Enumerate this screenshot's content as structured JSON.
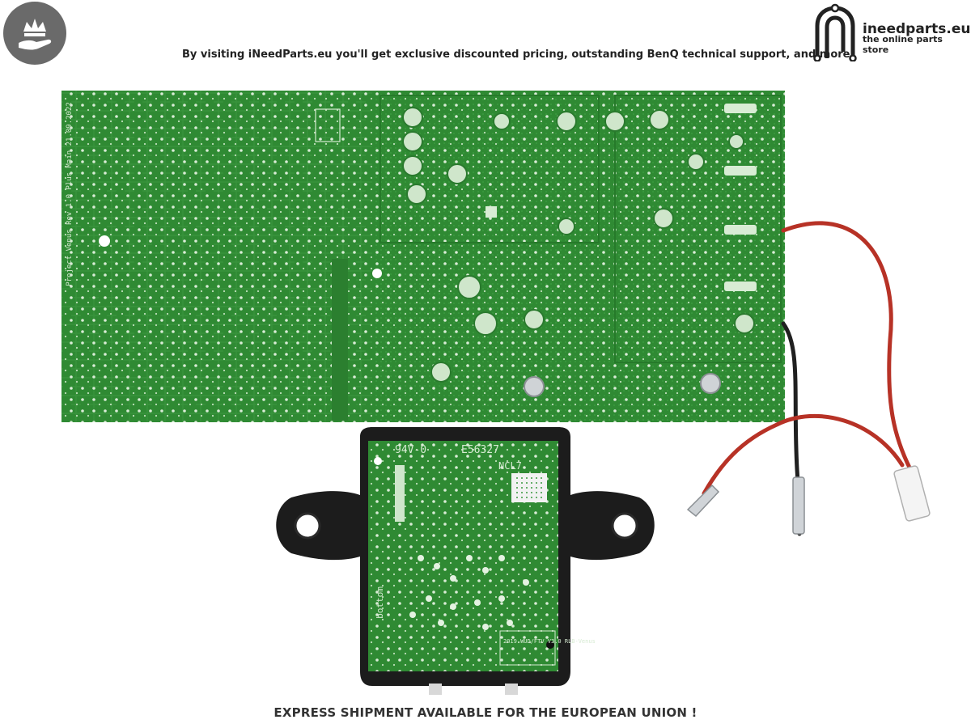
{
  "header": {
    "tagline": "By visiting iNeedParts.eu you'll get exclusive discounted pricing, outstanding BenQ technical support, and more"
  },
  "logo": {
    "name": "ineedparts.eu",
    "subtitle": "the online parts store"
  },
  "footer": {
    "text": "EXPRESS SHIPMENT AVAILABLE FOR THE EUROPEAN UNION !"
  },
  "main_board": {
    "silkscreen_text": "Project Venus  Rev 1.0 Plus Main  21.09.2022"
  },
  "sensor_board": {
    "rating": "94V-0",
    "cert_number": "E56327",
    "cert_mark": "NCL7",
    "side_label": "bottom",
    "version_label": "2019 WUD/FTV V3.0 RLB-Venus"
  },
  "icons": {
    "badge": "crown-hand-icon",
    "logo": "n-circuit-logo-icon"
  },
  "colors": {
    "pcb_green": "#2f8a33",
    "pcb_dark": "#276f2b",
    "housing": "#1c1c1c",
    "wire_red": "#c0392b",
    "wire_black": "#222222",
    "badge_grey": "#6a6a6a"
  }
}
